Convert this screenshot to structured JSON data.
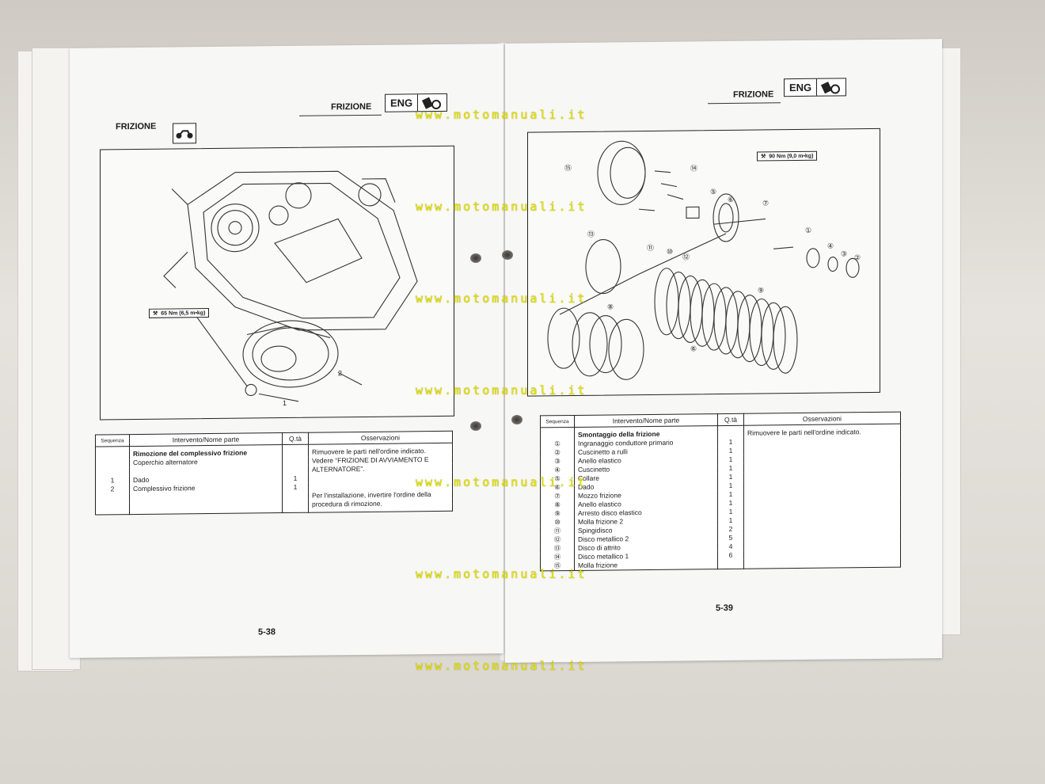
{
  "left_page": {
    "header": "FRIZIONE",
    "eng_label": "ENG",
    "section_title": "FRIZIONE",
    "torque": "65 Nm (6,5 m•kg)",
    "callouts": [
      "1",
      "2"
    ],
    "table": {
      "headers": [
        "Sequenza",
        "Intervento/Nome parte",
        "Q.tà",
        "Osservazioni"
      ],
      "rows": [
        {
          "seq": "",
          "part": "Rimozione del complessivo frizione",
          "qty": "",
          "bold": true
        },
        {
          "seq": "",
          "part": "Coperchio alternatore",
          "qty": ""
        },
        {
          "seq": "",
          "part": "",
          "qty": ""
        },
        {
          "seq": "1",
          "part": "Dado",
          "qty": "1"
        },
        {
          "seq": "2",
          "part": "Complessivo frizione",
          "qty": "1"
        },
        {
          "seq": "",
          "part": "",
          "qty": ""
        },
        {
          "seq": "",
          "part": "",
          "qty": ""
        }
      ],
      "remarks": [
        "Rimuovere le parti nell'ordine indicato.",
        "Vedere “FRIZIONE DI AVVIAMENTO E",
        "ALTERNATORE”.",
        "",
        "",
        "Per l'installazione, invertire l'ordine della",
        "procedura di rimozione."
      ]
    },
    "page_number": "5-38"
  },
  "right_page": {
    "header": "FRIZIONE",
    "eng_label": "ENG",
    "torque": "90 Nm (9,0 m•kg)",
    "callouts": [
      "①",
      "②",
      "③",
      "④",
      "⑤",
      "⑥",
      "⑦",
      "⑧",
      "⑨",
      "⑩",
      "⑪",
      "⑫",
      "⑬",
      "⑭",
      "⑮",
      "⑥"
    ],
    "table": {
      "headers": [
        "Sequenza",
        "Intervento/Nome parte",
        "Q.tà",
        "Osservazioni"
      ],
      "remarks": "Rimuovere le parti nell'ordine indicato.",
      "rows": [
        {
          "seq": "",
          "part": "Smontaggio della frizione",
          "qty": "",
          "bold": true
        },
        {
          "seq": "①",
          "part": "Ingranaggio conduttore primario",
          "qty": "1"
        },
        {
          "seq": "②",
          "part": "Cuscinetto a rulli",
          "qty": "1"
        },
        {
          "seq": "③",
          "part": "Anello elastico",
          "qty": "1"
        },
        {
          "seq": "④",
          "part": "Cuscinetto",
          "qty": "1"
        },
        {
          "seq": "⑤",
          "part": "Collare",
          "qty": "1"
        },
        {
          "seq": "⑥",
          "part": "Dado",
          "qty": "1"
        },
        {
          "seq": "⑦",
          "part": "Mozzo frizione",
          "qty": "1"
        },
        {
          "seq": "⑧",
          "part": "Anello elastico",
          "qty": "1"
        },
        {
          "seq": "⑨",
          "part": "Arresto disco elastico",
          "qty": "1"
        },
        {
          "seq": "⑩",
          "part": "Molla frizione 2",
          "qty": "1"
        },
        {
          "seq": "⑪",
          "part": "Spingidisco",
          "qty": "2"
        },
        {
          "seq": "⑫",
          "part": "Disco metallico 2",
          "qty": "5"
        },
        {
          "seq": "⑬",
          "part": "Disco di attrito",
          "qty": "4"
        },
        {
          "seq": "⑭",
          "part": "Disco metallico 1",
          "qty": "6"
        },
        {
          "seq": "⑮",
          "part": "Molla frizione",
          "qty": ""
        }
      ]
    },
    "page_number": "5-39"
  },
  "watermark": "www.motomanuali.it",
  "colors": {
    "watermark": "#e6e600",
    "paper": "#f7f7f5",
    "ink": "#1b1b1b"
  },
  "icons": [
    "motorcycle-icon",
    "wrench-icon",
    "eng-clutch-icon"
  ]
}
